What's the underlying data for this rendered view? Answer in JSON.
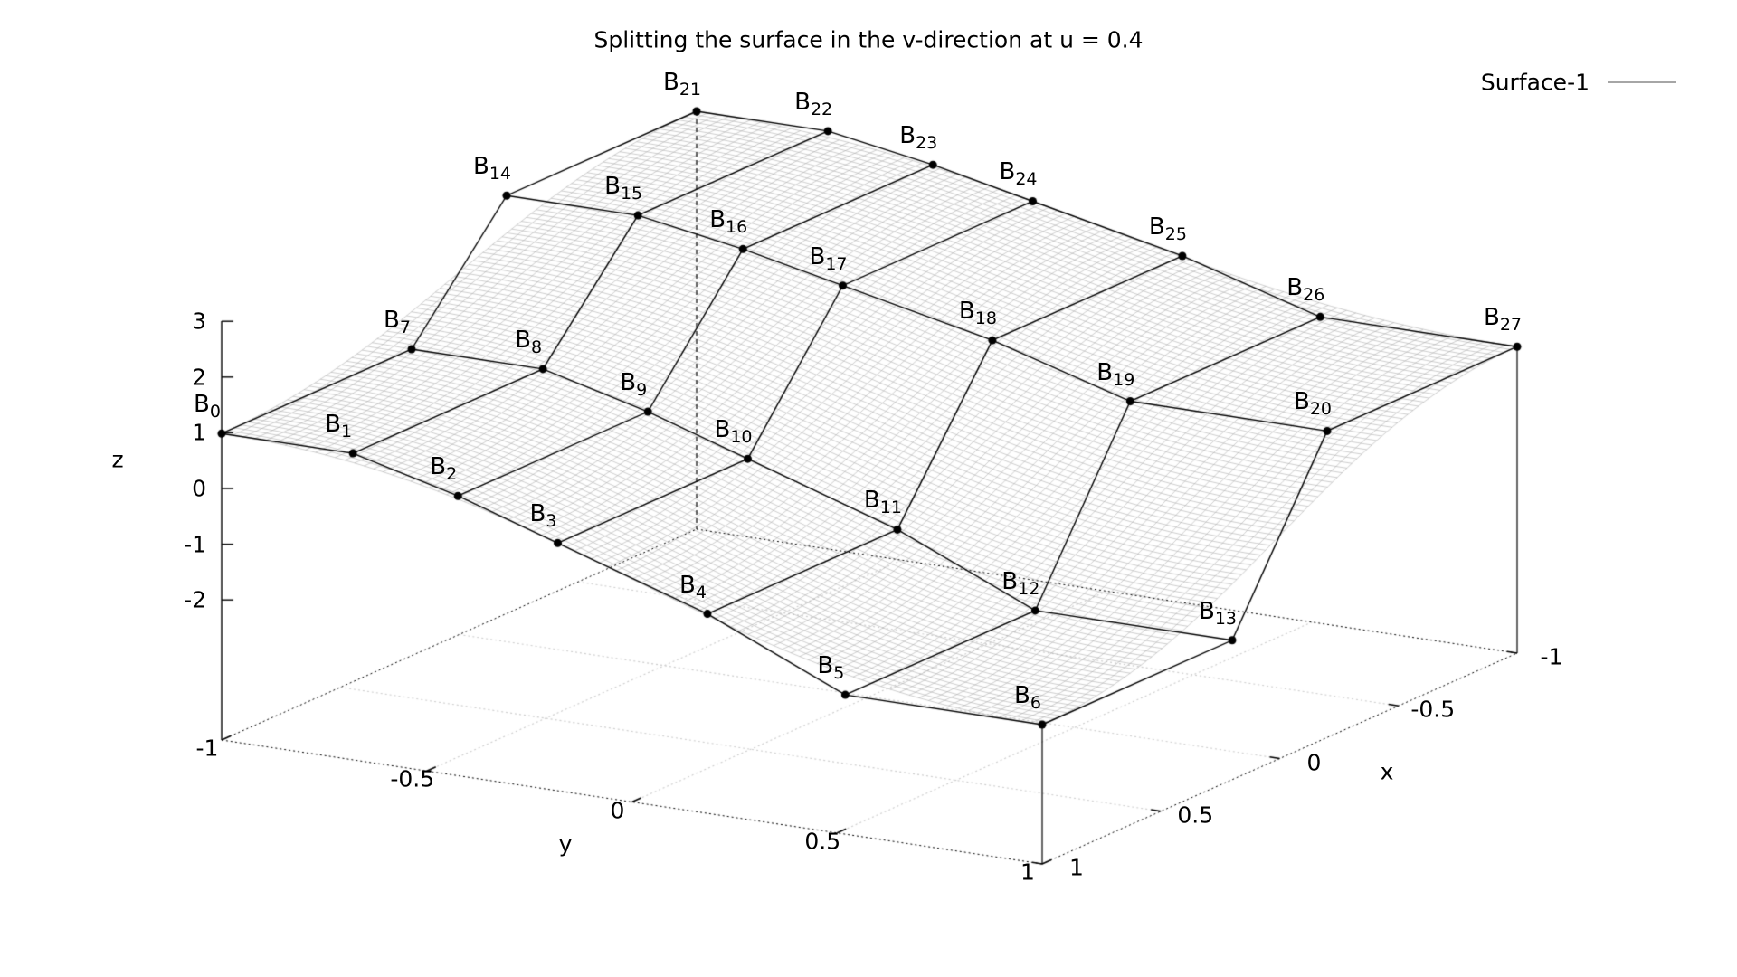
{
  "chart_data": {
    "type": "surface3d",
    "title": "Splitting the surface in the v-direction at u = 0.4",
    "legend": {
      "entries": [
        {
          "label": "Surface-1",
          "color": "#a6a6a6"
        }
      ]
    },
    "axes": {
      "x": {
        "label": "x",
        "range": [
          1,
          -1
        ],
        "ticks": [
          "1",
          "0.5",
          "0",
          "-0.5",
          "-1"
        ],
        "tick_values": [
          1,
          0.5,
          0,
          -0.5,
          -1
        ]
      },
      "y": {
        "label": "y",
        "range": [
          -1,
          1
        ],
        "ticks": [
          "-1",
          "-0.5",
          "0",
          "0.5",
          "1"
        ],
        "tick_values": [
          -1,
          -0.5,
          0,
          0.5,
          1
        ]
      },
      "z": {
        "label": "z",
        "ticks": [
          "3",
          "2",
          "1",
          "0",
          "-1",
          "-2"
        ],
        "tick_values": [
          3,
          2,
          1,
          0,
          -1,
          -2
        ]
      }
    },
    "split_u": 0.4,
    "surface": {
      "x_control": [
        1,
        0.2,
        -0.2,
        -1
      ],
      "y_control": [
        -1,
        -0.2,
        0.2,
        1
      ],
      "z_control": [
        [
          1,
          1,
          -2,
          -2
        ],
        [
          1,
          1,
          -2,
          -2
        ],
        [
          3,
          3,
          1,
          1
        ],
        [
          3,
          3,
          1,
          1
        ]
      ]
    },
    "control_net": {
      "label_prefix": "B",
      "point_count": 28,
      "x_rows": [
        1,
        0.2,
        -0.2,
        -1
      ],
      "y_cols": [
        -1,
        -0.68,
        -0.424,
        -0.1808,
        0.184,
        0.52,
        1
      ],
      "z_rows": [
        [
          1,
          1,
          0.52,
          -0.056,
          -0.92,
          -2,
          -2
        ],
        [
          1,
          1,
          0.52,
          -0.056,
          -0.92,
          -2,
          -2
        ],
        [
          3,
          3,
          2.68,
          2.296,
          1.72,
          1,
          1
        ],
        [
          3,
          3,
          2.68,
          2.296,
          1.72,
          1,
          1
        ]
      ]
    },
    "stems": [
      {
        "point": 21,
        "style": "dashed"
      },
      {
        "point": 6,
        "style": "solid"
      },
      {
        "point": 27,
        "style": "solid"
      }
    ],
    "base_grid": {
      "x_values": [
        -0.5,
        0,
        0.5
      ],
      "y_values": [
        -0.5,
        0,
        0.5
      ]
    },
    "colors": {
      "mesh": "#a6a6a6",
      "net": "#000000",
      "grid": "#cccccc",
      "edge": "#000000",
      "text": "#000000",
      "background": "#ffffff"
    }
  }
}
